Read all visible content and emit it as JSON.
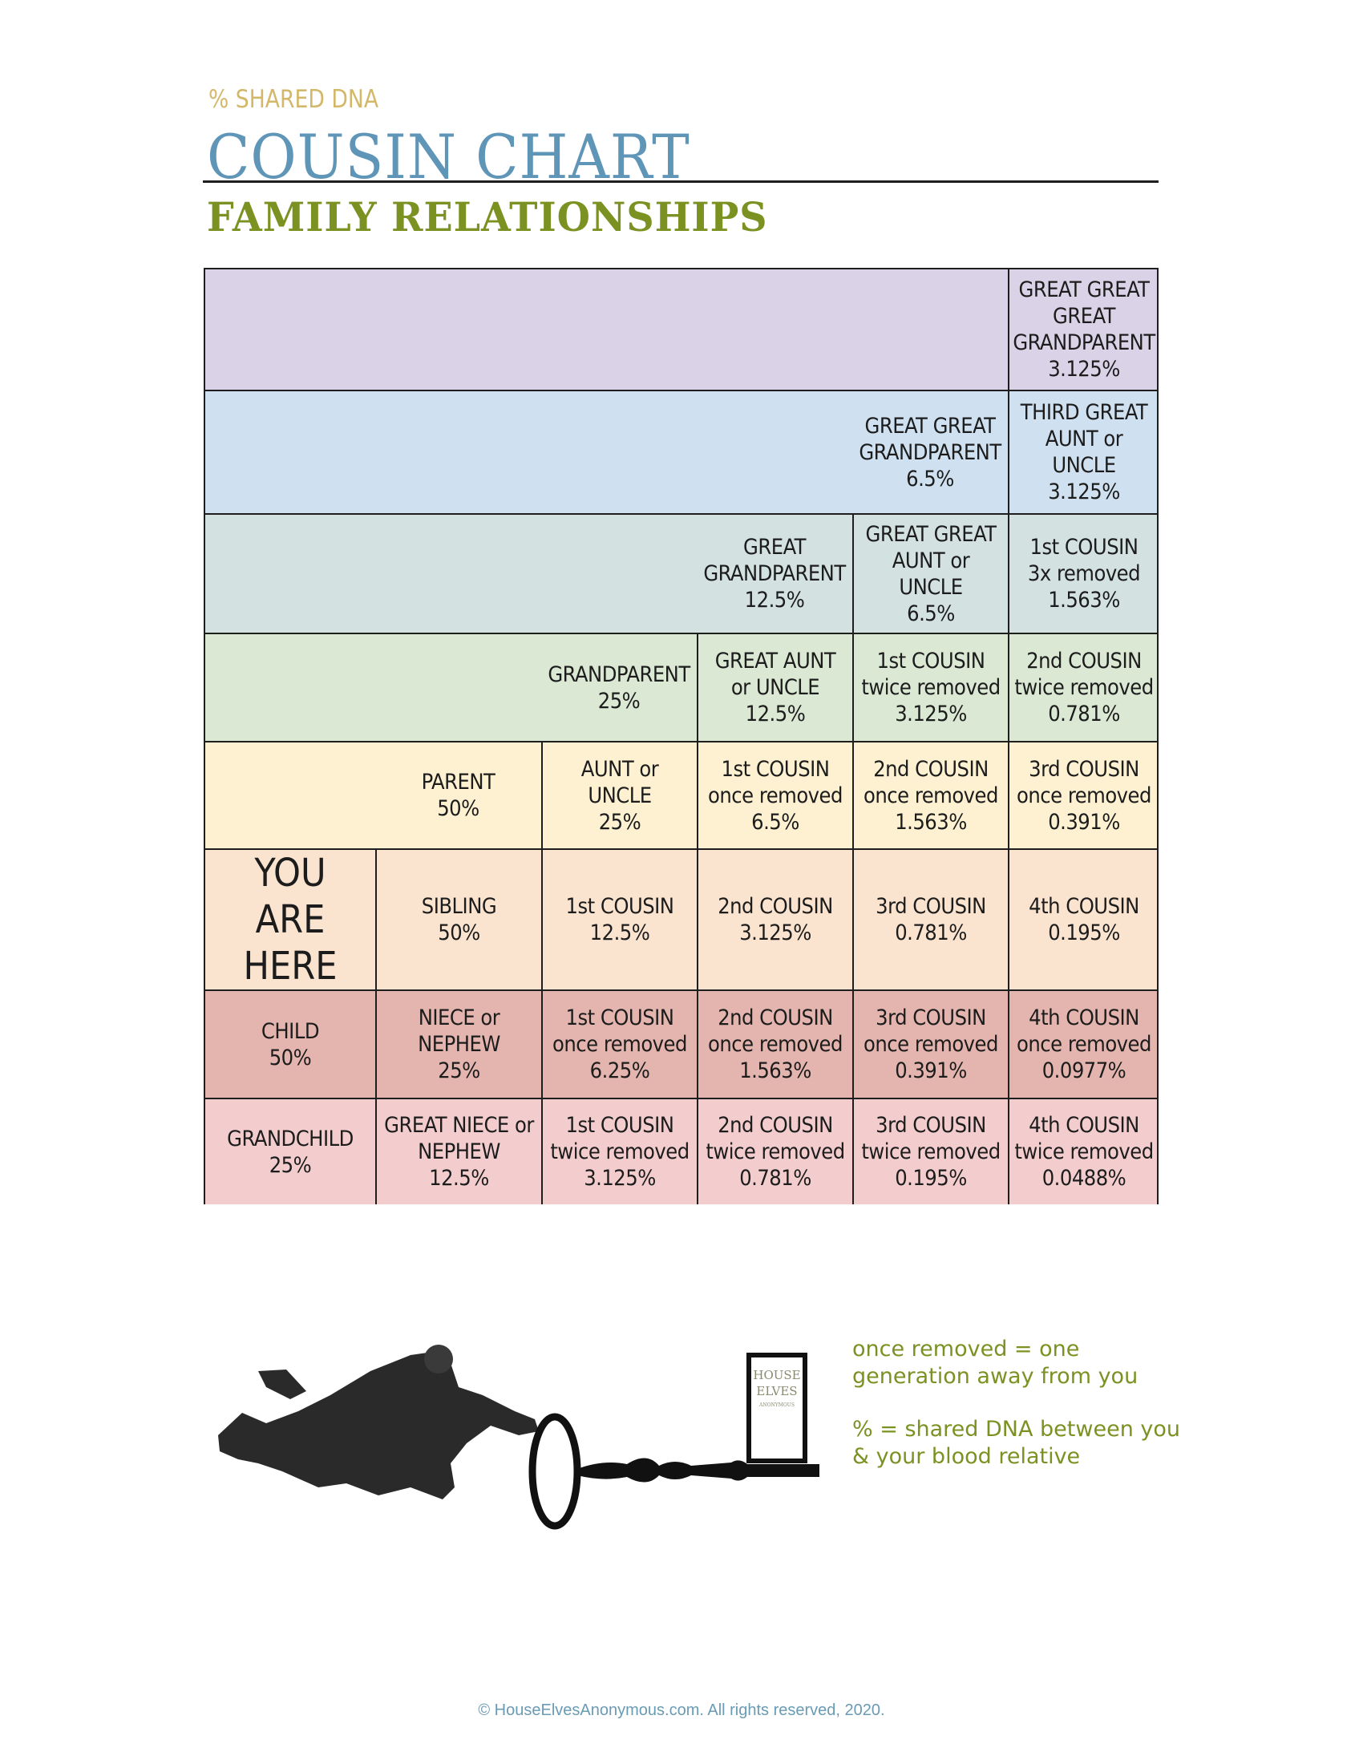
{
  "header": {
    "subtitle": "% SHARED DNA",
    "title": "COUSIN CHART",
    "heading": "FAMILY RELATIONSHIPS"
  },
  "colors": {
    "subtitle": "#d4b86a",
    "title": "#5f96b8",
    "heading": "#7b9223",
    "rows": [
      "#dad3e8",
      "#cfe1f0",
      "#d3e1e1",
      "#dbe9d4",
      "#fdf1d2",
      "#fbe4cf",
      "#e4b5ae",
      "#f3cdcd"
    ],
    "footer": "#6a9bb5"
  },
  "chart": {
    "rows": [
      {
        "cells": [
          {
            "span": [
              0,
              5
            ],
            "label": ""
          },
          {
            "span": [
              5,
              6
            ],
            "label": "GREAT GREAT\nGREAT\nGRANDPARENT\n3.125%"
          }
        ]
      },
      {
        "cells": [
          {
            "span": [
              0,
              4
            ],
            "label": ""
          },
          {
            "span": [
              4,
              5
            ],
            "label": "GREAT GREAT\nGRANDPARENT\n6.5%",
            "noleft": true
          },
          {
            "span": [
              5,
              6
            ],
            "label": "THIRD GREAT\nAUNT or\nUNCLE\n3.125%"
          }
        ]
      },
      {
        "cells": [
          {
            "span": [
              0,
              3
            ],
            "label": ""
          },
          {
            "span": [
              3,
              4
            ],
            "label": "GREAT\nGRANDPARENT\n12.5%",
            "noleft": true
          },
          {
            "span": [
              4,
              5
            ],
            "label": "GREAT GREAT\nAUNT or\nUNCLE\n6.5%"
          },
          {
            "span": [
              5,
              6
            ],
            "label": "1st COUSIN\n3x removed\n1.563%"
          }
        ]
      },
      {
        "cells": [
          {
            "span": [
              0,
              2
            ],
            "label": ""
          },
          {
            "span": [
              2,
              3
            ],
            "label": "GRANDPARENT\n25%",
            "noleft": true
          },
          {
            "span": [
              3,
              4
            ],
            "label": "GREAT AUNT\nor UNCLE\n12.5%"
          },
          {
            "span": [
              4,
              5
            ],
            "label": "1st COUSIN\ntwice removed\n3.125%"
          },
          {
            "span": [
              5,
              6
            ],
            "label": "2nd COUSIN\ntwice removed\n0.781%"
          }
        ]
      },
      {
        "cells": [
          {
            "span": [
              0,
              1
            ],
            "label": ""
          },
          {
            "span": [
              1,
              2
            ],
            "label": "PARENT\n50%",
            "noleft": true
          },
          {
            "span": [
              2,
              3
            ],
            "label": "AUNT or\nUNCLE\n25%"
          },
          {
            "span": [
              3,
              4
            ],
            "label": "1st COUSIN\nonce removed\n6.5%"
          },
          {
            "span": [
              4,
              5
            ],
            "label": "2nd COUSIN\nonce removed\n1.563%"
          },
          {
            "span": [
              5,
              6
            ],
            "label": "3rd COUSIN\nonce removed\n0.391%"
          }
        ]
      },
      {
        "cells": [
          {
            "span": [
              0,
              1
            ],
            "label": "YOU\nARE\nHERE",
            "you": true
          },
          {
            "span": [
              1,
              2
            ],
            "label": "SIBLING\n50%"
          },
          {
            "span": [
              2,
              3
            ],
            "label": "1st COUSIN\n12.5%"
          },
          {
            "span": [
              3,
              4
            ],
            "label": "2nd COUSIN\n3.125%"
          },
          {
            "span": [
              4,
              5
            ],
            "label": "3rd COUSIN\n0.781%"
          },
          {
            "span": [
              5,
              6
            ],
            "label": "4th COUSIN\n0.195%"
          }
        ]
      },
      {
        "cells": [
          {
            "span": [
              0,
              1
            ],
            "label": "CHILD\n50%"
          },
          {
            "span": [
              1,
              2
            ],
            "label": "NIECE or\nNEPHEW\n25%"
          },
          {
            "span": [
              2,
              3
            ],
            "label": "1st COUSIN\nonce removed\n6.25%"
          },
          {
            "span": [
              3,
              4
            ],
            "label": "2nd COUSIN\nonce removed\n1.563%"
          },
          {
            "span": [
              4,
              5
            ],
            "label": "3rd COUSIN\nonce removed\n0.391%"
          },
          {
            "span": [
              5,
              6
            ],
            "label": "4th COUSIN\nonce removed\n0.0977%"
          }
        ]
      },
      {
        "cells": [
          {
            "span": [
              0,
              1
            ],
            "label": "GRANDCHILD\n25%"
          },
          {
            "span": [
              1,
              2
            ],
            "label": "GREAT NIECE or\nNEPHEW\n12.5%"
          },
          {
            "span": [
              2,
              3
            ],
            "label": "1st COUSIN\ntwice removed\n3.125%"
          },
          {
            "span": [
              3,
              4
            ],
            "label": "2nd COUSIN\ntwice removed\n0.781%"
          },
          {
            "span": [
              4,
              5
            ],
            "label": "3rd COUSIN\ntwice removed\n0.195%"
          },
          {
            "span": [
              5,
              6
            ],
            "label": "4th COUSIN\ntwice removed\n0.0488%"
          }
        ]
      }
    ]
  },
  "illustration": {
    "description": "flying-figure-with-key-icon",
    "key_tag_text": "HOUSE\nELVES\nANONYMOUS"
  },
  "legend": {
    "line1": "once removed = one\ngeneration away from you",
    "line2": "% = shared DNA between you\n& your blood relative"
  },
  "footer": {
    "text": "© HouseElvesAnonymous.com. All rights reserved, 2020."
  }
}
